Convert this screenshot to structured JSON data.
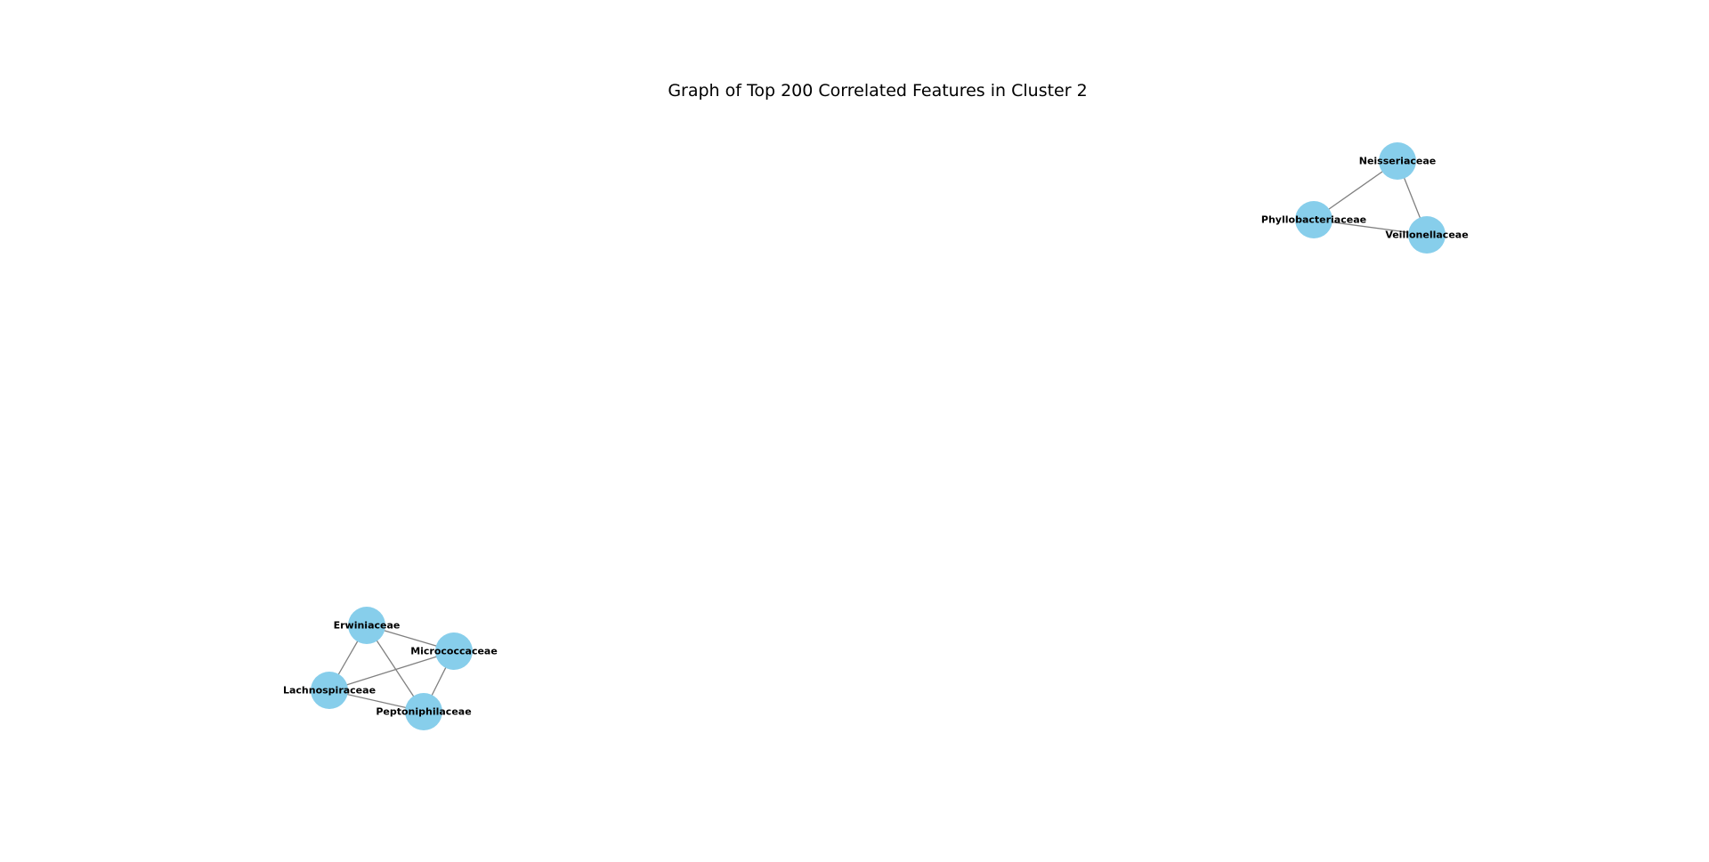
{
  "title": "Graph of Top 200 Correlated Features in Cluster 2",
  "style": {
    "node_color": "#87ceeb",
    "edge_color": "#808080",
    "label_color": "#000000",
    "background": "#ffffff"
  },
  "nodes": [
    {
      "id": "Neisseriaceae",
      "label": "Neisseriaceae"
    },
    {
      "id": "Phyllobacteriaceae",
      "label": "Phyllobacteriaceae"
    },
    {
      "id": "Veillonellaceae",
      "label": "Veillonellaceae"
    },
    {
      "id": "Erwiniaceae",
      "label": "Erwiniaceae"
    },
    {
      "id": "Micrococcaceae",
      "label": "Micrococcaceae"
    },
    {
      "id": "Lachnospiraceae",
      "label": "Lachnospiraceae"
    },
    {
      "id": "Peptoniphilaceae",
      "label": "Peptoniphilaceae"
    }
  ],
  "edges": [
    {
      "source": "Neisseriaceae",
      "target": "Phyllobacteriaceae"
    },
    {
      "source": "Neisseriaceae",
      "target": "Veillonellaceae"
    },
    {
      "source": "Phyllobacteriaceae",
      "target": "Veillonellaceae"
    },
    {
      "source": "Erwiniaceae",
      "target": "Micrococcaceae"
    },
    {
      "source": "Erwiniaceae",
      "target": "Lachnospiraceae"
    },
    {
      "source": "Erwiniaceae",
      "target": "Peptoniphilaceae"
    },
    {
      "source": "Micrococcaceae",
      "target": "Lachnospiraceae"
    },
    {
      "source": "Micrococcaceae",
      "target": "Peptoniphilaceae"
    },
    {
      "source": "Lachnospiraceae",
      "target": "Peptoniphilaceae"
    }
  ]
}
